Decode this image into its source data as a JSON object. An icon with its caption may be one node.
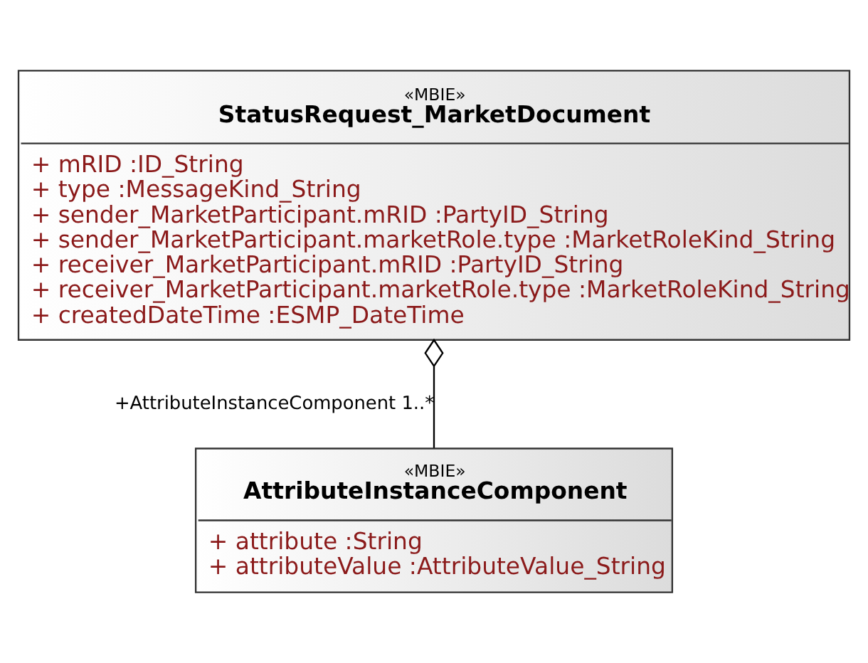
{
  "diagram": {
    "nodes": [
      {
        "text": [
          "«MBIE»",
          "StatusRequest_MarketDocument",
          "+ mRID :ID_String",
          "+ type :MessageKind_String",
          "+ sender_MarketParticipant.mRID :PartyID_String",
          "+ sender_MarketParticipant.marketRole.type :MarketRoleKind_String",
          "+ receiver_MarketParticipant.mRID :PartyID_String",
          "+ receiver_MarketParticipant.marketRole.type :MarketRoleKind_String",
          "+ createdDateTime :ESMP_DateTime"
        ]
      },
      {
        "text": [
          "«MBIE»",
          "AttributeInstanceComponent",
          "+ attribute :String",
          "+ attributeValue :AttributeValue_String"
        ]
      }
    ],
    "edges": [
      {
        "from": 1,
        "to": 0,
        "arrow": "other",
        "label": "+AttributeInstanceComponent 1..*"
      }
    ]
  }
}
